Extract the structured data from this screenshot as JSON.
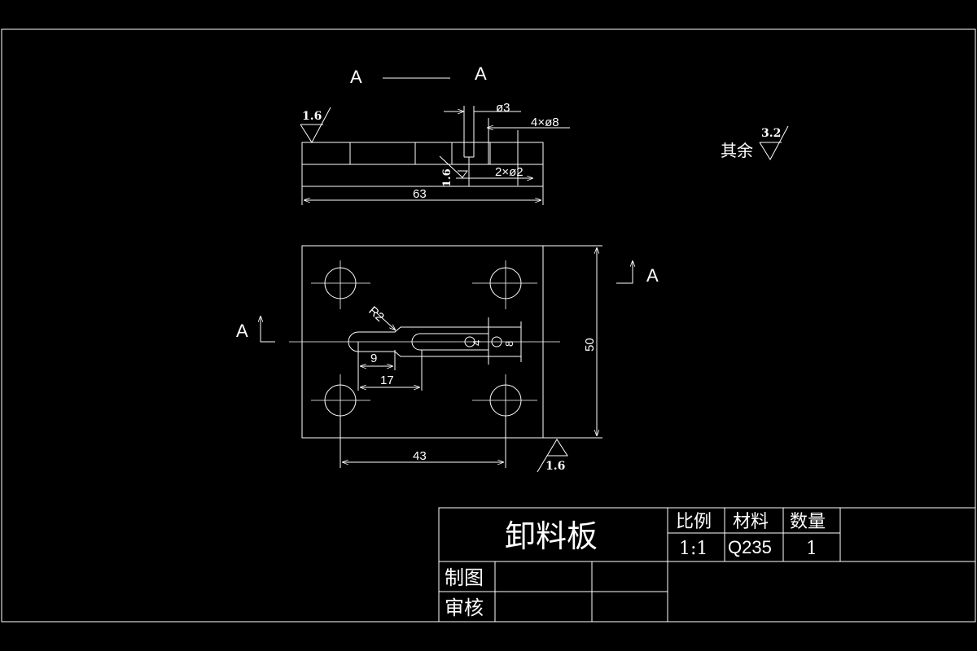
{
  "view_labels": {
    "section_left": "A",
    "section_right": "A",
    "cut_left": "A",
    "cut_right": "A"
  },
  "roughness": {
    "top_left": "1.6",
    "hole": "1.6",
    "bottom_right": "1.6",
    "other_prefix": "其余",
    "other_value": "3.2"
  },
  "dimensions": {
    "phi3": "ø3",
    "phi8": "4×ø8",
    "phi2": "2×ø2",
    "length63": "63",
    "width50": "50",
    "length43": "43",
    "radius": "R2",
    "len9": "9",
    "len17": "17",
    "slot4": "4",
    "slot8": "8"
  },
  "title_block": {
    "part_name": "卸料板",
    "scale_label": "比例",
    "material_label": "材料",
    "quantity_label": "数量",
    "scale_value": "1:1",
    "material_value": "Q235",
    "quantity_value": "1",
    "drawn_label": "制图",
    "checked_label": "审核"
  }
}
